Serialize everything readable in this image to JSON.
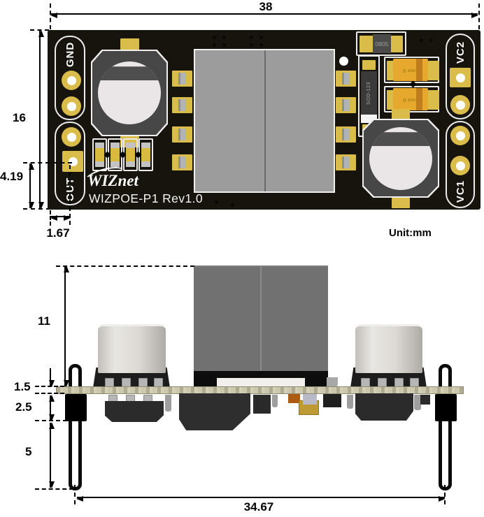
{
  "diagram": {
    "unit_label": "Unit:mm",
    "top_view": {
      "dim_width": "38",
      "dim_height": "16",
      "dim_out_pad_y": "4.19",
      "dim_out_pad_x": "1.67",
      "pin_labels": {
        "gnd": "GND",
        "out": "OUT",
        "vc2": "VC2",
        "vc1": "VC1"
      },
      "silkscreen": {
        "logo": "WIZnet",
        "board_name": "WIZPOE-P1 Rev1.0",
        "resistor_footprint": "0805",
        "diode_footprint": "SOD-123",
        "cap_case": "Case B"
      }
    },
    "side_view": {
      "dim_component_height": "11",
      "dim_board_thickness": "1.5",
      "dim_standoff_height": "2.5",
      "dim_pin_length": "5",
      "dim_pin_span": "34.67"
    },
    "colors": {
      "board_top": "#17140d",
      "pad_yellow": "#d9bc4a",
      "silkscreen": "#ececec",
      "transformer_gray": "#9c9c9c",
      "tantalum_orange": "#e6a92d",
      "board_side_tan": "#ccc8ac",
      "dimension_line": "#000000"
    }
  }
}
